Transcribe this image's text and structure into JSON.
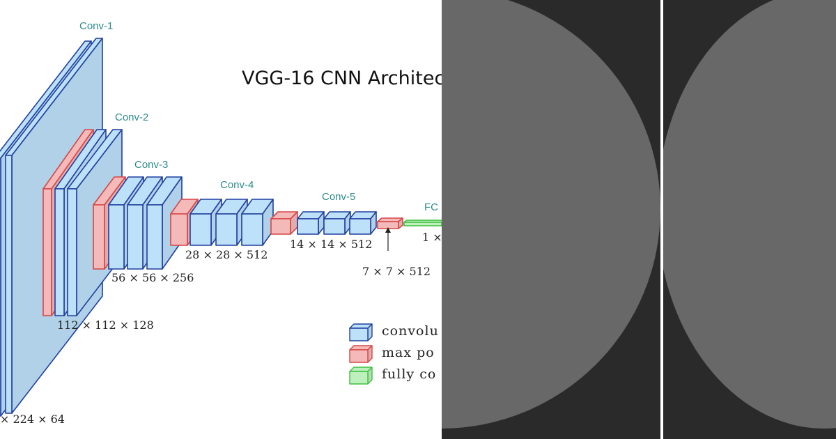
{
  "title": "VGG-16 CNN Architec",
  "stages": [
    {
      "label": "Conv-1"
    },
    {
      "label": "Conv-2"
    },
    {
      "label": "Conv-3"
    },
    {
      "label": "Conv-4"
    },
    {
      "label": "Conv-5"
    },
    {
      "label": "FC"
    }
  ],
  "dimensions": [
    "× 224 × 64",
    "112 × 112 × 128",
    "56 × 56 × 256",
    "28 × 28 × 512",
    "14 × 14 × 512",
    "7 × 7 × 512",
    "1 ×"
  ],
  "legend": [
    {
      "label": "convolu",
      "color": "#8ab4e8"
    },
    {
      "label": "max po",
      "color": "#e8a0a0"
    },
    {
      "label": "fully co",
      "color": "#a6e6a6"
    }
  ],
  "colors": {
    "conv_fill": "#bde1f8",
    "conv_stroke": "#1f3fa0",
    "pool_fill": "#f4b9b9",
    "pool_stroke": "#d64545",
    "fc_fill": "#bdf0bd",
    "fc_stroke": "#3fbf3f",
    "stage_label": "#2e8b8b",
    "dark_panel": "#2a2a2a",
    "half_circle": "#686868"
  }
}
